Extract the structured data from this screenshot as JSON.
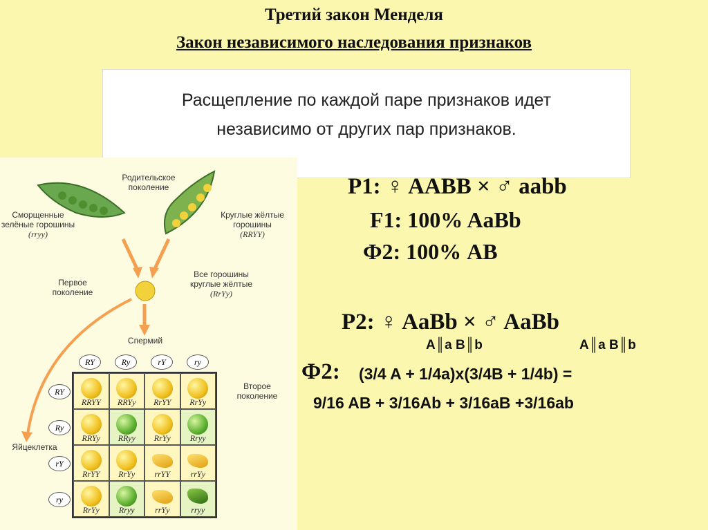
{
  "title": "Третий закон Менделя",
  "subtitle": "Закон независимого наследования признаков",
  "rule": {
    "line1": "Расщепление по каждой паре признаков идет",
    "line2": "независимо от других пар признаков."
  },
  "figure": {
    "parent_gen": [
      "Родительское",
      "поколение"
    ],
    "wrinkled_label": [
      "Сморщенные",
      "зелёные горошины"
    ],
    "wrinkled_geno": "(rryy)",
    "round_label": [
      "Круглые жёлтые",
      "горошины"
    ],
    "round_geno": "(RRYY)",
    "first_gen": [
      "Первое",
      "поколение"
    ],
    "all_peas": [
      "Все горошины",
      "круглые жёлтые"
    ],
    "f1_geno": "(RrYy)",
    "sperm": "Спермий",
    "egg": "Яйцеклетка",
    "second_gen": [
      "Второе",
      "поколение"
    ],
    "male_gametes": [
      "RY",
      "Ry",
      "rY",
      "ry"
    ],
    "female_gametes": [
      "RY",
      "Ry",
      "rY",
      "ry"
    ],
    "cells": [
      {
        "g": "RRYY",
        "p": "y"
      },
      {
        "g": "RRYy",
        "p": "y"
      },
      {
        "g": "RrYY",
        "p": "y"
      },
      {
        "g": "RrYy",
        "p": "y"
      },
      {
        "g": "RRYy",
        "p": "y"
      },
      {
        "g": "RRyy",
        "p": "g"
      },
      {
        "g": "RrYy",
        "p": "y"
      },
      {
        "g": "Rryy",
        "p": "g"
      },
      {
        "g": "RrYY",
        "p": "y"
      },
      {
        "g": "RrYy",
        "p": "y"
      },
      {
        "g": "rrYY",
        "p": "wy"
      },
      {
        "g": "rrYy",
        "p": "wy"
      },
      {
        "g": "RrYy",
        "p": "y"
      },
      {
        "g": "Rryy",
        "p": "g"
      },
      {
        "g": "rrYy",
        "p": "wy"
      },
      {
        "g": "rryy",
        "p": "wg"
      }
    ]
  },
  "crosses": {
    "p1": "P1: ♀ AABB   ×  ♂  aabb",
    "f1": "F1:     100% AaBb",
    "phi2": "Ф2:     100% AB",
    "p2": "P2: ♀ AaBb   ×  ♂  AaBb",
    "gam1": "A║a B║b",
    "gam2": "A║a B║b",
    "phi2b_label": "Ф2:",
    "phi2b_expr": "(3/4 A + 1/4a)x(3/4B + 1/4b) =",
    "result": "9/16 AB + 3/16Ab + 3/16aB +3/16ab"
  },
  "colors": {
    "background": "#fbf7ae",
    "pea_yellow": "#f0c020",
    "pea_green": "#5cb030",
    "arrow": "#f5a050"
  }
}
